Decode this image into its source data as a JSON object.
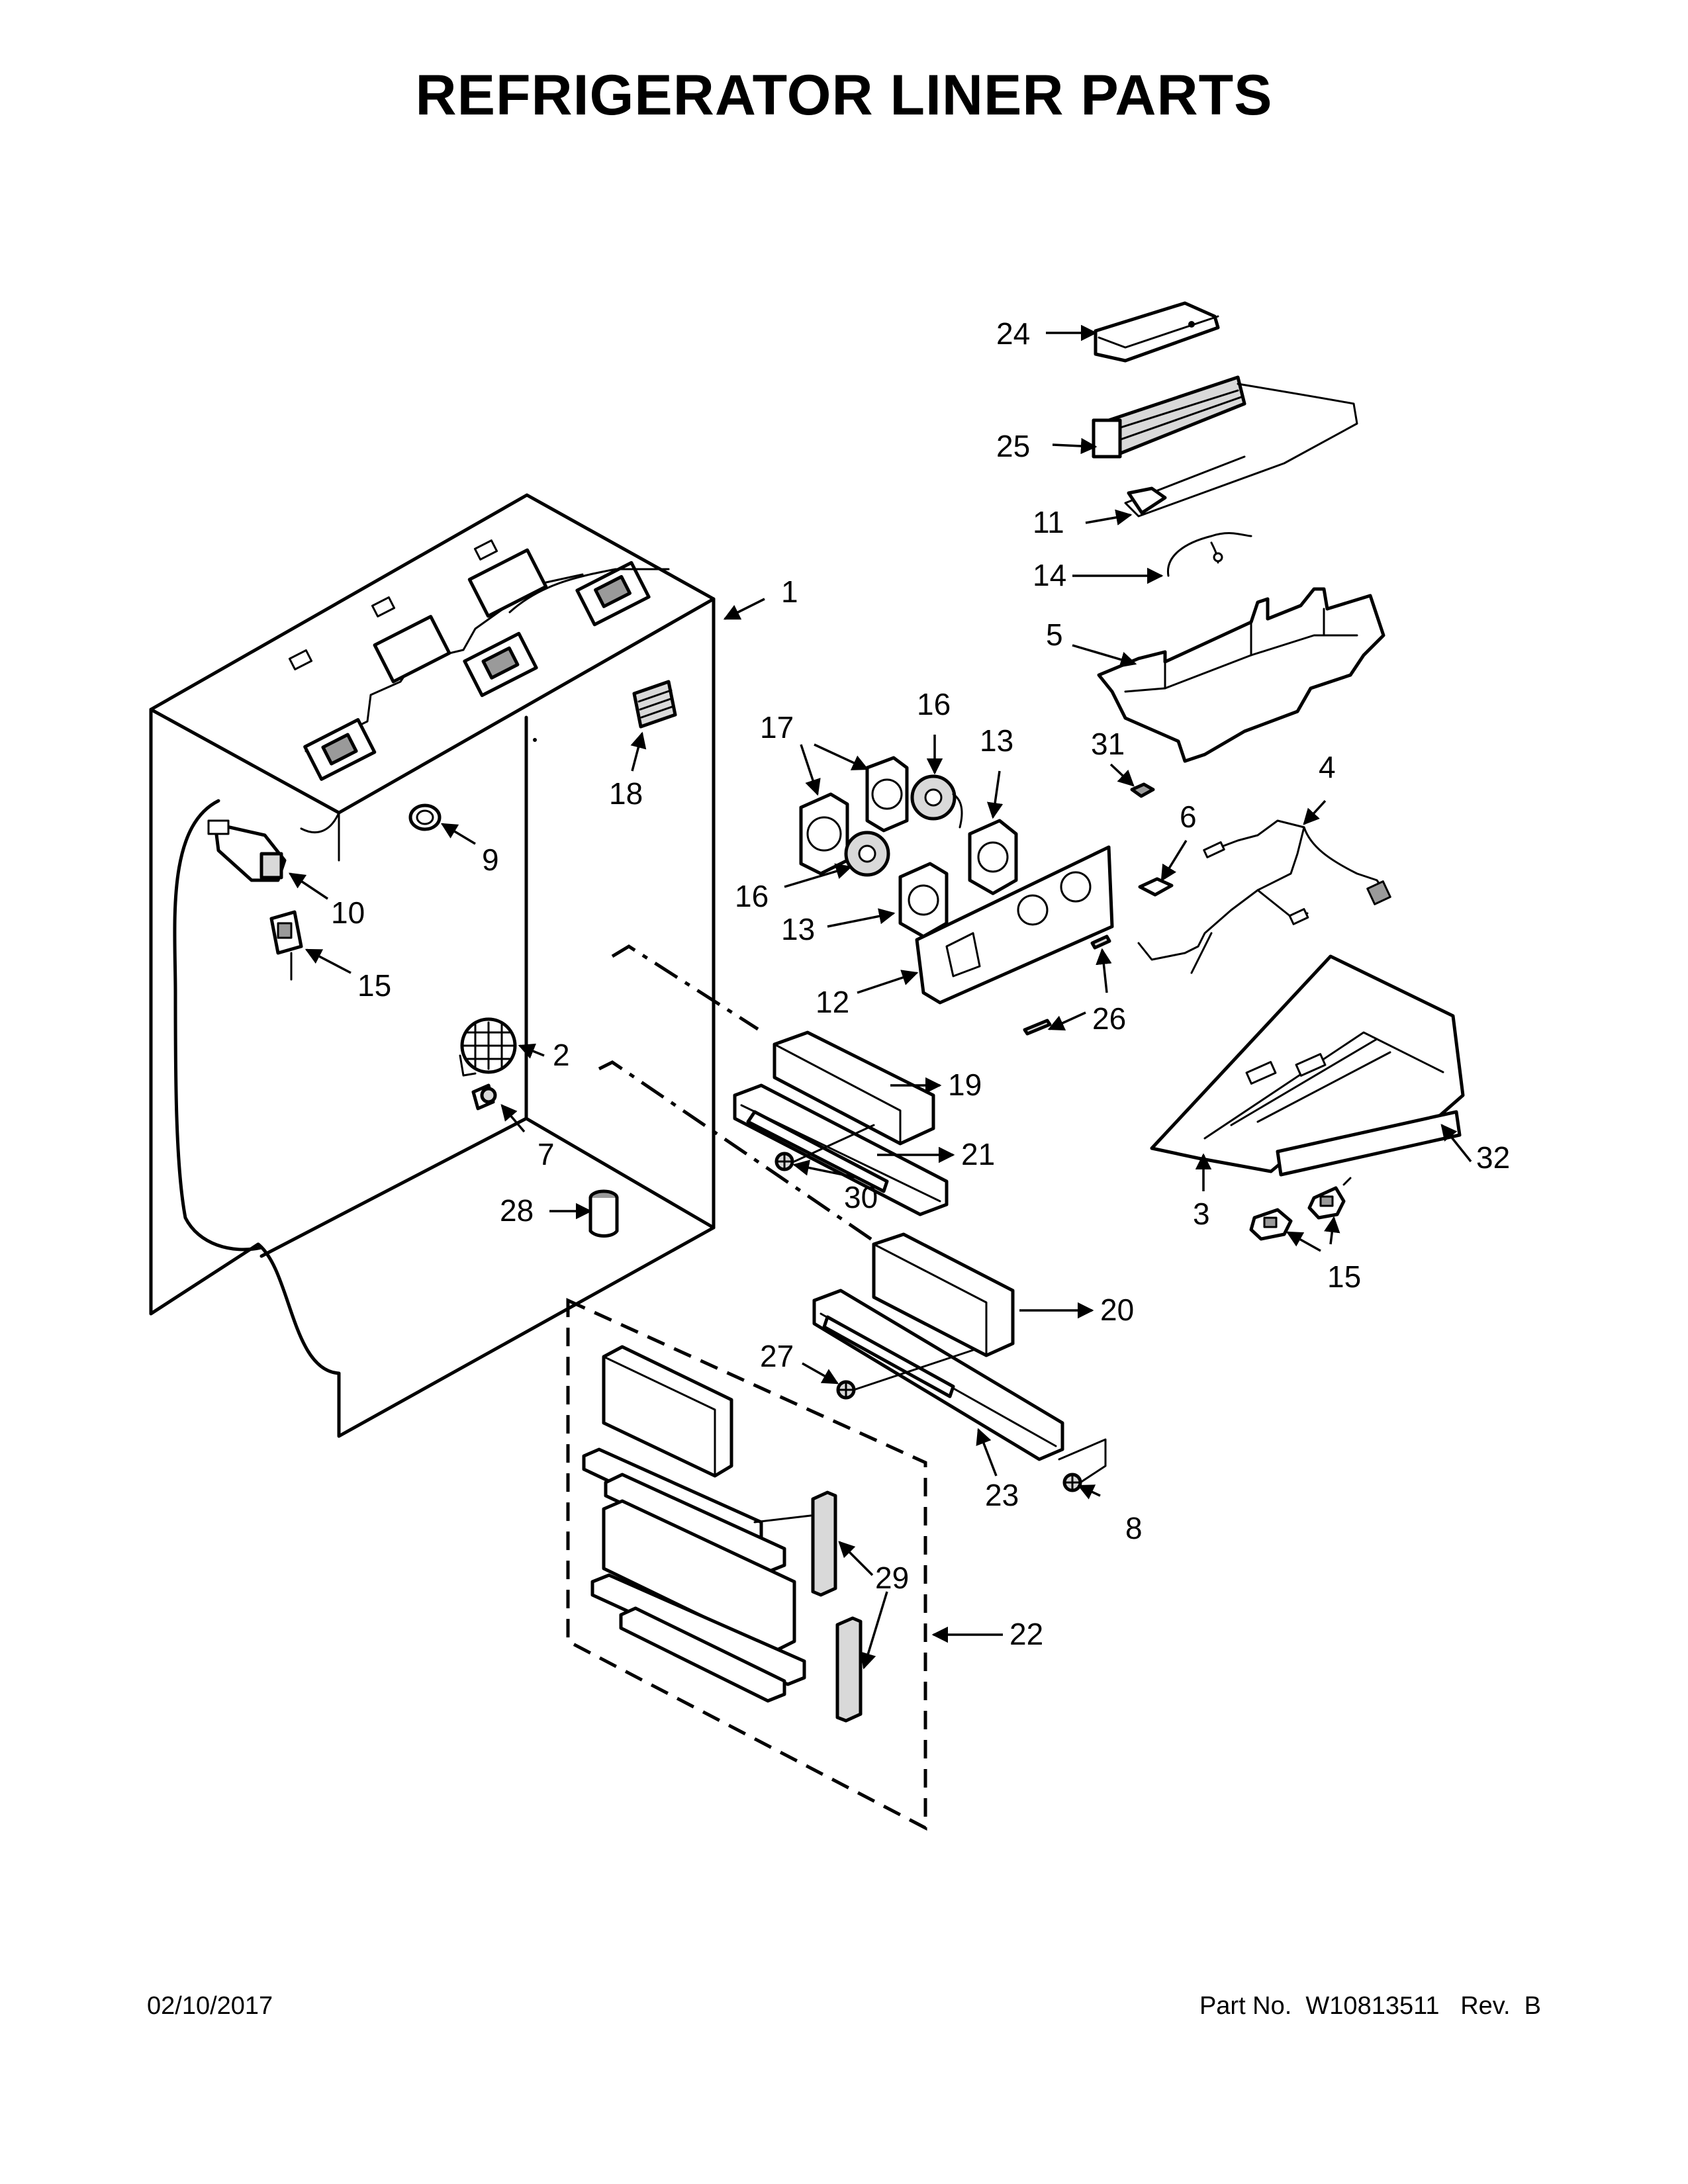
{
  "title": "REFRIGERATOR LINER PARTS",
  "footer": {
    "date": "02/10/2017",
    "part_no": "Part No.  W10813511   Rev.  B"
  },
  "callouts": [
    {
      "id": "1",
      "label": "1"
    },
    {
      "id": "2",
      "label": "2"
    },
    {
      "id": "3",
      "label": "3"
    },
    {
      "id": "4",
      "label": "4"
    },
    {
      "id": "5",
      "label": "5"
    },
    {
      "id": "6",
      "label": "6"
    },
    {
      "id": "7",
      "label": "7"
    },
    {
      "id": "8",
      "label": "8"
    },
    {
      "id": "9",
      "label": "9"
    },
    {
      "id": "10",
      "label": "10"
    },
    {
      "id": "11",
      "label": "11"
    },
    {
      "id": "12",
      "label": "12"
    },
    {
      "id": "13a",
      "label": "13"
    },
    {
      "id": "13b",
      "label": "13"
    },
    {
      "id": "14",
      "label": "14"
    },
    {
      "id": "15a",
      "label": "15"
    },
    {
      "id": "15b",
      "label": "15"
    },
    {
      "id": "16a",
      "label": "16"
    },
    {
      "id": "16b",
      "label": "16"
    },
    {
      "id": "17",
      "label": "17"
    },
    {
      "id": "18",
      "label": "18"
    },
    {
      "id": "19",
      "label": "19"
    },
    {
      "id": "20",
      "label": "20"
    },
    {
      "id": "21",
      "label": "21"
    },
    {
      "id": "22",
      "label": "22"
    },
    {
      "id": "23",
      "label": "23"
    },
    {
      "id": "24",
      "label": "24"
    },
    {
      "id": "25",
      "label": "25"
    },
    {
      "id": "26",
      "label": "26"
    },
    {
      "id": "27",
      "label": "27"
    },
    {
      "id": "28",
      "label": "28"
    },
    {
      "id": "29",
      "label": "29"
    },
    {
      "id": "30",
      "label": "30"
    },
    {
      "id": "31",
      "label": "31"
    },
    {
      "id": "32",
      "label": "32"
    }
  ]
}
